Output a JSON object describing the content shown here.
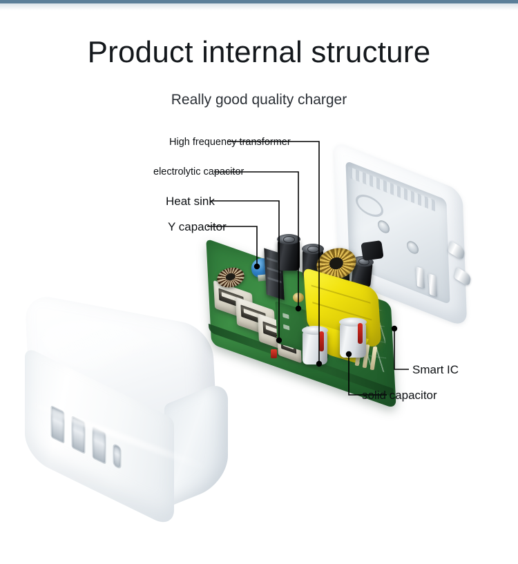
{
  "page": {
    "title": "Product internal structure",
    "subtitle": "Really good quality charger",
    "accent_bar_color": "#5c7f99",
    "background_color": "#ffffff",
    "text_color": "#0c0f12"
  },
  "callouts": [
    {
      "id": "high-frequency-transformer",
      "label": "High frequency transformer",
      "side": "left",
      "size": "sm",
      "target_component": "yellow-transformer"
    },
    {
      "id": "electrolytic-capacitor",
      "label": "electrolytic capacitor",
      "side": "left",
      "size": "sm",
      "target_component": "black-electrolytic-capacitor"
    },
    {
      "id": "heat-sink",
      "label": "Heat sink",
      "side": "left",
      "size": "md",
      "target_component": "dark-heatsink-fin"
    },
    {
      "id": "y-capacitor",
      "label": "Y capacitor",
      "side": "left",
      "size": "md",
      "target_component": "blue-y-capacitor"
    },
    {
      "id": "smart-ic",
      "label": "Smart IC",
      "side": "right",
      "size": "md",
      "target_component": "pcb-ic-area"
    },
    {
      "id": "solid-capacitor",
      "label": "solid capacitor",
      "side": "right",
      "size": "md",
      "target_component": "white-solid-capacitor"
    }
  ],
  "product": {
    "charger_body": {
      "name": "white charger housing",
      "color": "#ffffff",
      "usb_slot_count": 4
    },
    "back_cover": {
      "name": "white rear shell with AC prong contacts",
      "color": "#ffffff"
    },
    "pcb": {
      "name": "green printed circuit board assembly",
      "board_color": "#2f7a3a",
      "components": [
        "USB type-A connectors",
        "common mode choke",
        "toroidal inductor",
        "blue Y capacitor",
        "black electrolytic capacitors",
        "heat sink",
        "yellow high frequency transformer",
        "white solid capacitors",
        "smart IC"
      ]
    }
  }
}
